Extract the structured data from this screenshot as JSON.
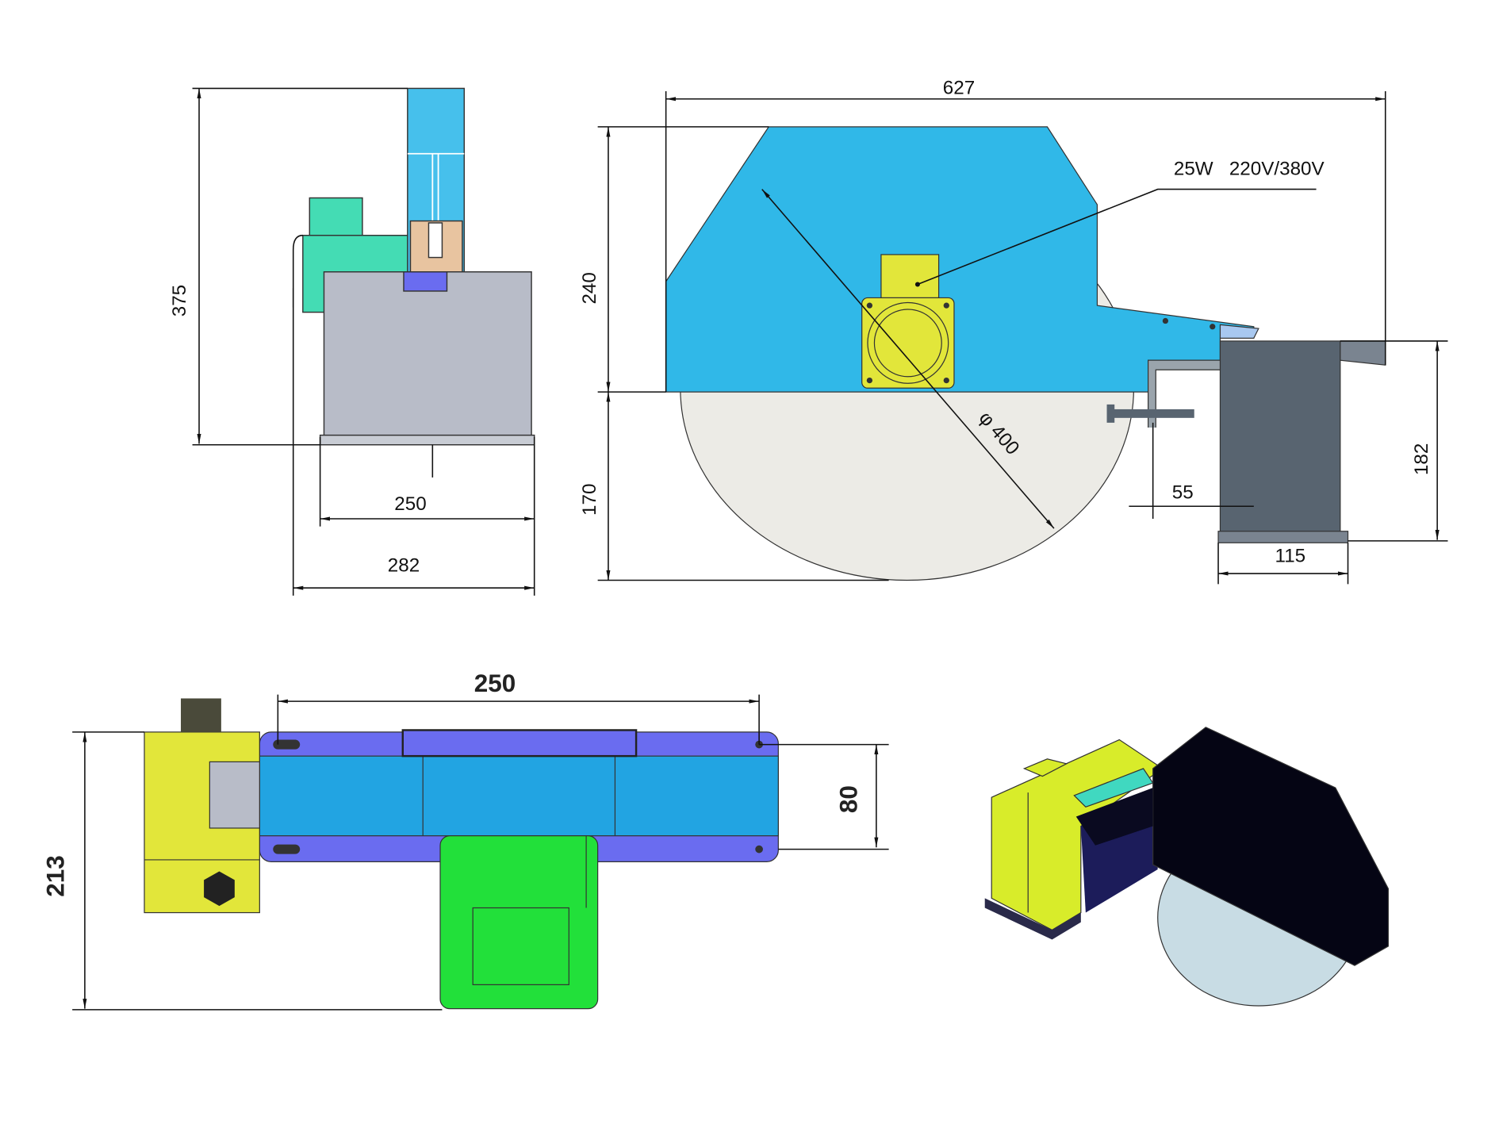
{
  "side_view": {
    "height": "375",
    "inner_width": "250",
    "outer_width": "282"
  },
  "front_view": {
    "overall_width": "627",
    "upper_height": "240",
    "lower_height": "170",
    "motor_label": "25W   220V/380V",
    "blade_diameter": "φ 400",
    "clamp_offset": "55",
    "clamp_width": "115",
    "clamp_height": "182"
  },
  "top_view": {
    "hole_spacing": "250",
    "overall_depth": "213",
    "hole_pitch": "80"
  },
  "colors": {
    "guard_blue": "#30b8e8",
    "motor_yellow": "#e2e63a",
    "blade_gray": "#ecebe6",
    "base_gray": "#b8bcc8",
    "bracket_slate": "#586470",
    "rail_purple": "#6a6cf0",
    "motor_green": "#22e03a",
    "teal": "#44dcb4"
  }
}
